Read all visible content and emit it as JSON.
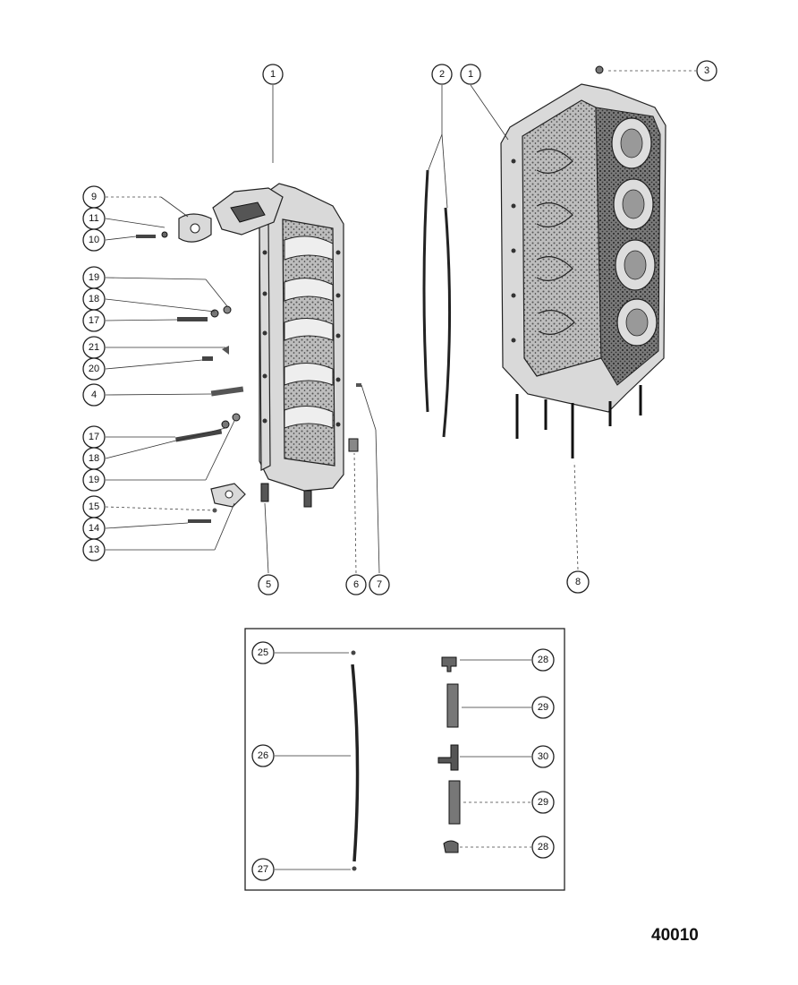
{
  "figure_number": "40010",
  "callouts": [
    {
      "id": "c1a",
      "label": "1"
    },
    {
      "id": "c1b",
      "label": "1"
    },
    {
      "id": "c2",
      "label": "2"
    },
    {
      "id": "c3",
      "label": "3"
    },
    {
      "id": "c9",
      "label": "9"
    },
    {
      "id": "c11",
      "label": "11"
    },
    {
      "id": "c10",
      "label": "10"
    },
    {
      "id": "c19a",
      "label": "19"
    },
    {
      "id": "c18a",
      "label": "18"
    },
    {
      "id": "c17a",
      "label": "17"
    },
    {
      "id": "c21",
      "label": "21"
    },
    {
      "id": "c20",
      "label": "20"
    },
    {
      "id": "c4",
      "label": "4"
    },
    {
      "id": "c17b",
      "label": "17"
    },
    {
      "id": "c18b",
      "label": "18"
    },
    {
      "id": "c19b",
      "label": "19"
    },
    {
      "id": "c15",
      "label": "15"
    },
    {
      "id": "c14",
      "label": "14"
    },
    {
      "id": "c13",
      "label": "13"
    },
    {
      "id": "c5",
      "label": "5"
    },
    {
      "id": "c6",
      "label": "6"
    },
    {
      "id": "c7",
      "label": "7"
    },
    {
      "id": "c8",
      "label": "8"
    },
    {
      "id": "c25",
      "label": "25"
    },
    {
      "id": "c26",
      "label": "26"
    },
    {
      "id": "c27",
      "label": "27"
    },
    {
      "id": "c28a",
      "label": "28"
    },
    {
      "id": "c29a",
      "label": "29"
    },
    {
      "id": "c30",
      "label": "30"
    },
    {
      "id": "c29b",
      "label": "29"
    },
    {
      "id": "c28b",
      "label": "28"
    }
  ]
}
